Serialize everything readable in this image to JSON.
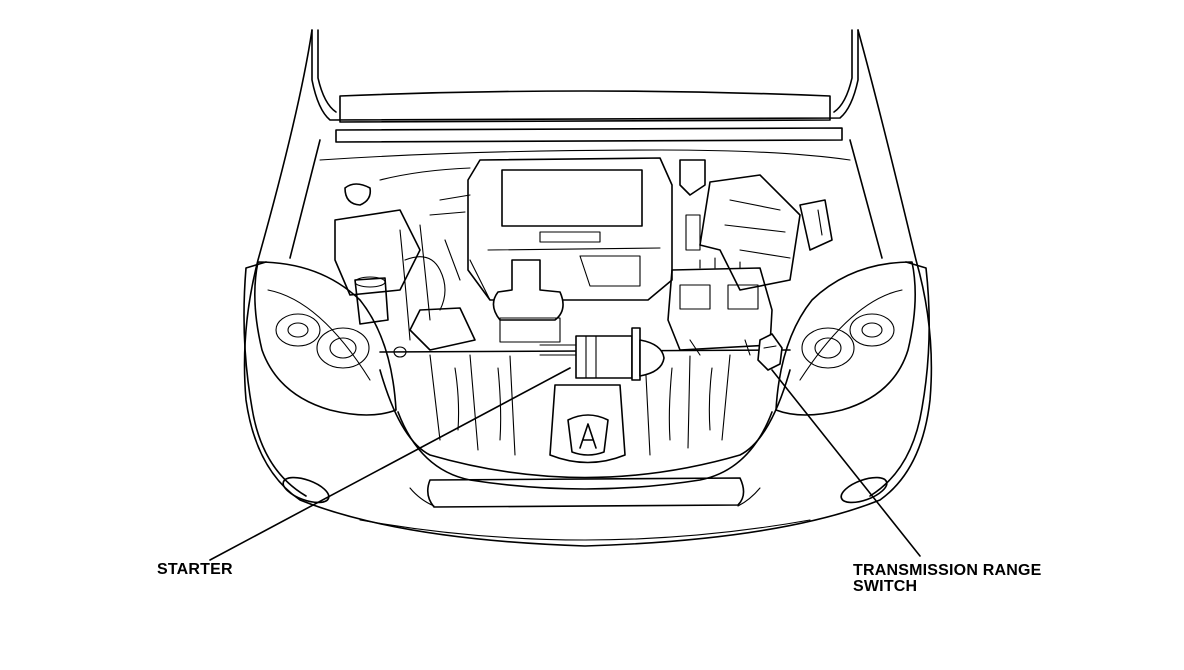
{
  "labels": {
    "starter": "STARTER",
    "transmission_range_switch_line1": "TRANSMISSION RANGE",
    "transmission_range_switch_line2": "SWITCH"
  }
}
